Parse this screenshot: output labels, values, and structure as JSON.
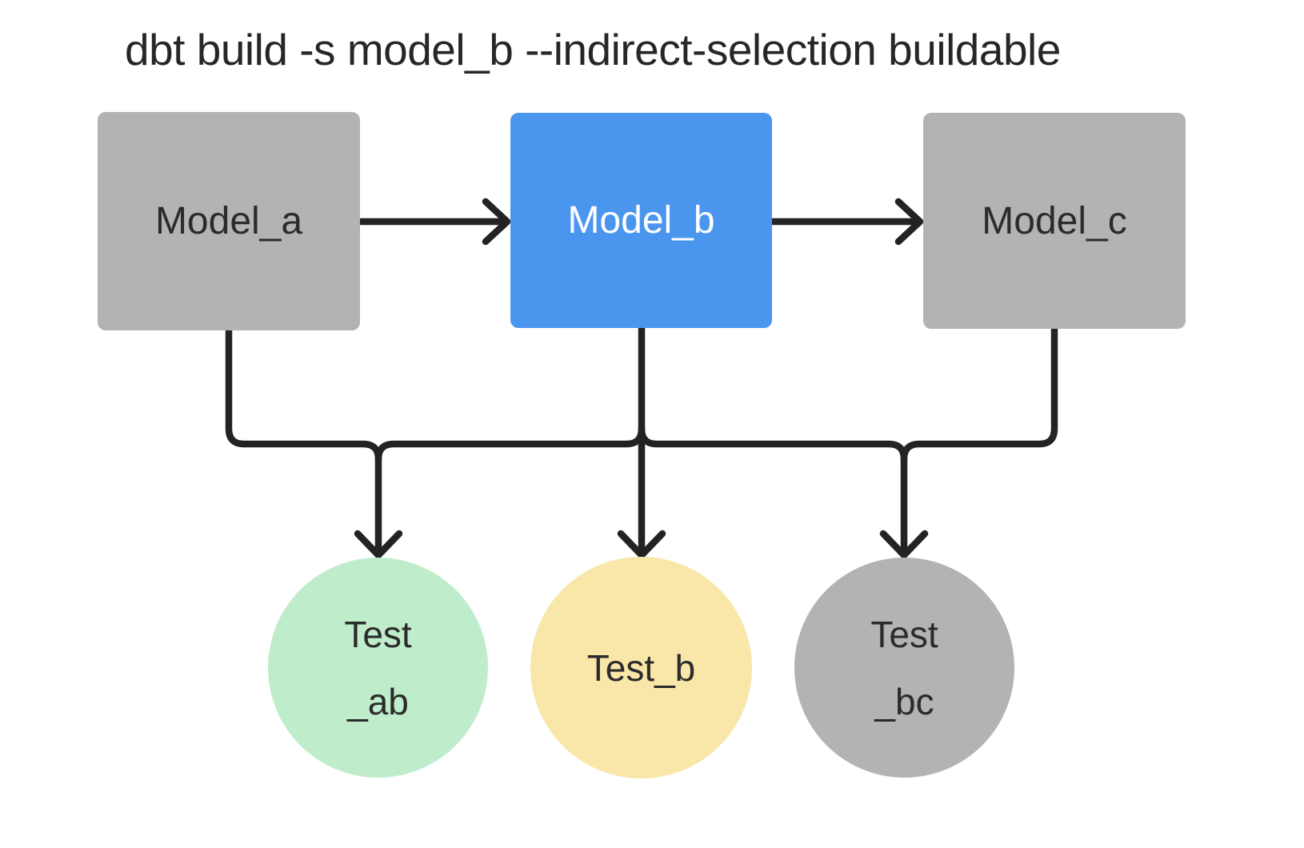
{
  "title": "dbt build -s model_b --indirect-selection buildable",
  "colors": {
    "background": "#ffffff",
    "model_gray": "#b3b3b3",
    "model_selected_blue": "#4a96ef",
    "test_green": "#bfedcc",
    "test_yellow": "#f8e7a8",
    "test_gray": "#b3b3b3",
    "edge": "#232323",
    "text_dark": "#2b2b2b",
    "text_on_blue": "#ffffff",
    "title_text": "#262626"
  },
  "nodes": {
    "model_a": {
      "label": "Model_a",
      "type": "model"
    },
    "model_b": {
      "label": "Model_b",
      "type": "model",
      "selected": true
    },
    "model_c": {
      "label": "Model_c",
      "type": "model"
    },
    "test_ab": {
      "lines": [
        "Test",
        "_ab"
      ],
      "type": "test"
    },
    "test_b": {
      "lines": [
        "Test_b"
      ],
      "type": "test"
    },
    "test_bc": {
      "lines": [
        "Test",
        "_bc"
      ],
      "type": "test"
    }
  },
  "edges": [
    {
      "from": "model_a",
      "to": "model_b"
    },
    {
      "from": "model_b",
      "to": "model_c"
    },
    {
      "from": "model_a",
      "to": "test_ab"
    },
    {
      "from": "model_b",
      "to": "test_ab"
    },
    {
      "from": "model_b",
      "to": "test_b"
    },
    {
      "from": "model_b",
      "to": "test_bc"
    },
    {
      "from": "model_c",
      "to": "test_bc"
    }
  ]
}
